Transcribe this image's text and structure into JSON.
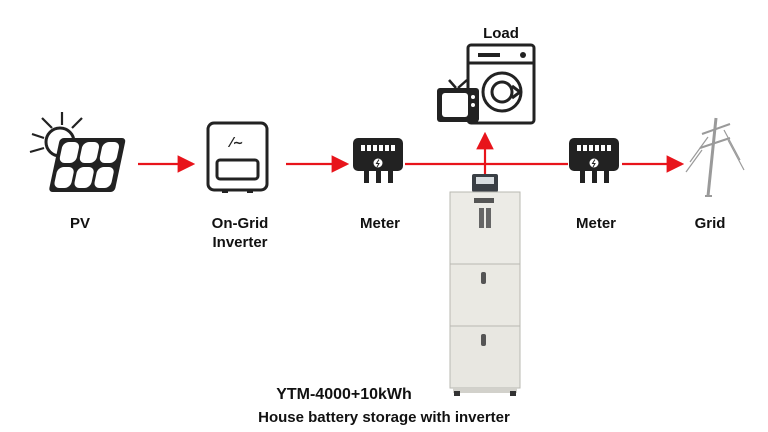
{
  "nodes": {
    "load": "Load",
    "pv": "PV",
    "inverter_line1": "On-Grid",
    "inverter_line2": "Inverter",
    "meter_left": "Meter",
    "meter_right": "Meter",
    "grid": "Grid"
  },
  "product": {
    "model": "YTM-4000+10kWh",
    "description": "House battery storage with inverter"
  },
  "colors": {
    "flow": "#e8141b",
    "icon": "#222222",
    "cabinet": "#ecebe6"
  },
  "icons": [
    "solar-panel-icon",
    "inverter-icon",
    "meter-icon",
    "washing-machine-icon",
    "tv-icon",
    "utility-pole-icon",
    "battery-cabinet-icon"
  ]
}
